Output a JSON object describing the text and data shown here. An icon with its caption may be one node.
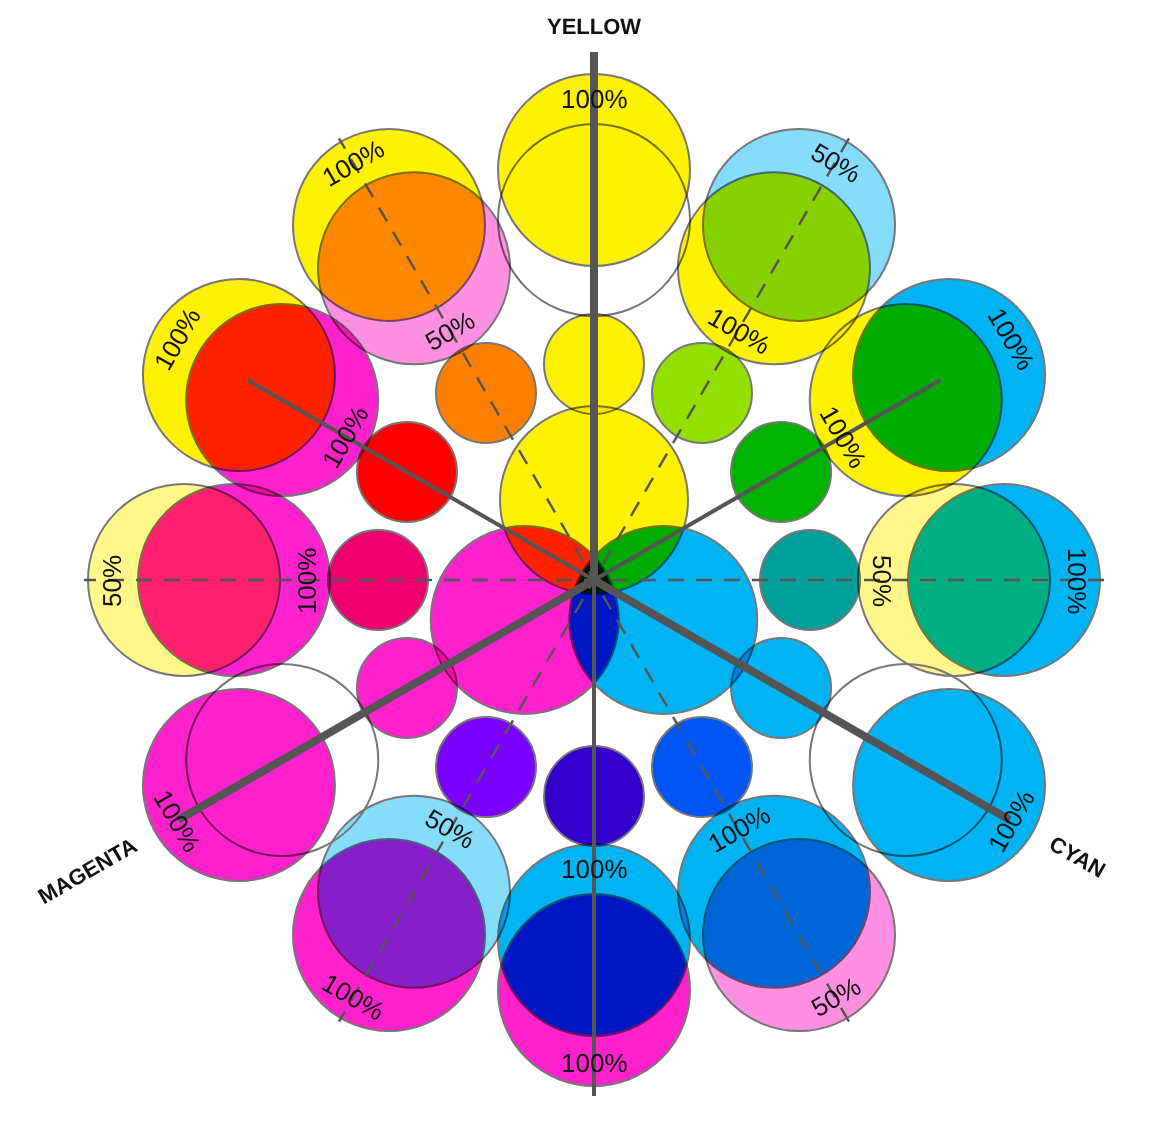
{
  "diagram": {
    "labels": [
      "YELLOW",
      "100%",
      "100%",
      "50%",
      "50%",
      "100%",
      "100%",
      "100%",
      "100%",
      "100%",
      "50%",
      "100%",
      "50%",
      "100%",
      "100%",
      "50%",
      "100%",
      "100%",
      "MAGENTA",
      "CYAN",
      "100%",
      "100%",
      "50%",
      "100%"
    ]
  }
}
